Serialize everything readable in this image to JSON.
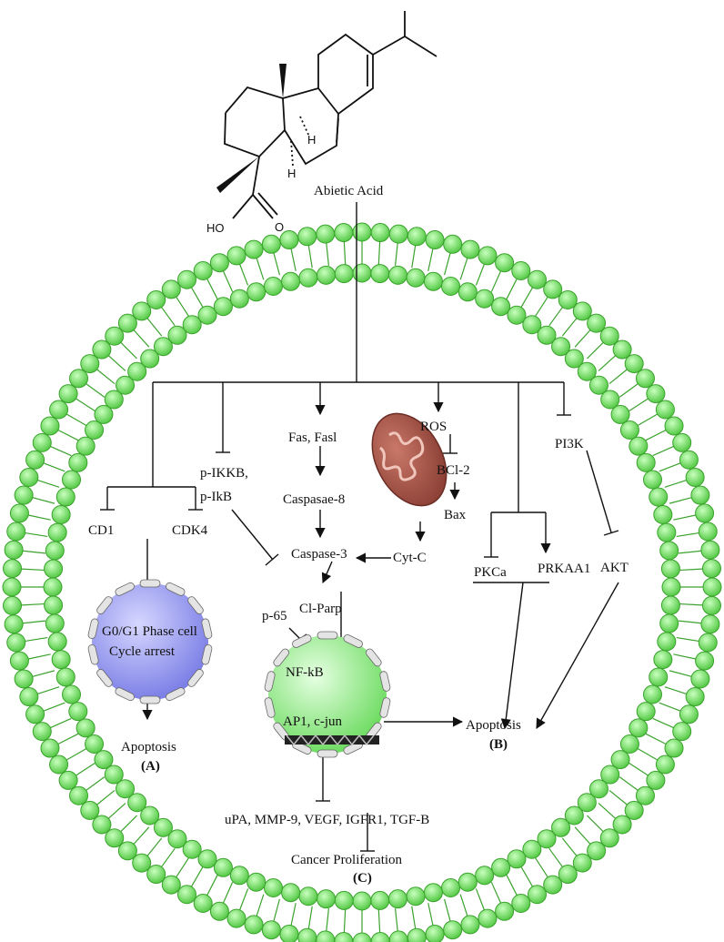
{
  "compound": {
    "name": "Abietic Acid",
    "oh_label": "HO",
    "o_label": "O",
    "h1": "H",
    "h2": "H"
  },
  "pathway": {
    "cd1": "CD1",
    "cdk4": "CDK4",
    "pikkb1": "p-IKKB,",
    "pikkb2": "p-IkB",
    "fas": "Fas, Fasl",
    "casp8": "Caspasae-8",
    "casp3": "Caspase-3",
    "ros": "ROS",
    "bcl2": "BCl-2",
    "bax": "Bax",
    "cytc": "Cyt-C",
    "pi3k": "PI3K",
    "akt": "AKT",
    "pkca": "PKCa",
    "prkaa1": "PRKAA1",
    "clparp": "Cl-Parp",
    "p65": "p-65",
    "nfkb": "NF-kB",
    "ap1": "AP1, c-jun",
    "g0g1_1": "G0/G1 Phase cell",
    "g0g1_2": "Cycle arrest",
    "apoptosis_a": "Apoptosis",
    "label_a": "(A)",
    "apoptosis_b": "Apoptosis",
    "label_b": "(B)",
    "targets": "uPA,  MMP-9,  VEGF, IGFR1,  TGF-B",
    "cancer": "Cancer Proliferation",
    "label_c": "(C)"
  },
  "colors": {
    "membrane": "#7de86a",
    "membrane_stroke": "#3aa22c",
    "nucleus_a": "#9a9cf0",
    "nucleus_c": "#a8f0a0",
    "mito": "#a8574a"
  }
}
